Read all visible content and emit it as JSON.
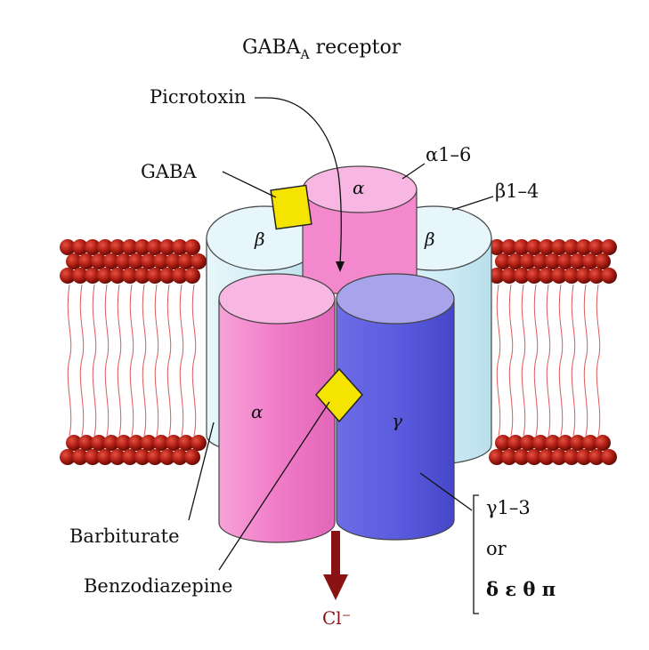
{
  "title": {
    "main": "GABA",
    "subscript": "A",
    "suffix": " receptor"
  },
  "labels": {
    "picrotoxin": "Picrotoxin",
    "gaba": "GABA",
    "alpha_range": "α1–6",
    "beta_range": "β1–4",
    "barbiturate": "Barbiturate",
    "benzodiazepine": "Benzodiazepine",
    "chloride": "Cl⁻",
    "gamma_range": "γ1–3",
    "or": "or",
    "alternatives": "δ ε θ π"
  },
  "subunits": {
    "alpha_back": "α",
    "beta_left": "β",
    "beta_right": "β",
    "alpha_front": "α",
    "gamma_front": "γ"
  },
  "colors": {
    "alpha": "#f07cc8",
    "alpha_top": "#f8b6e2",
    "beta": "#d2eef7",
    "beta_top": "#e6f6fb",
    "gamma": "#5c5ce0",
    "gamma_top": "#a8a4ec",
    "lipid_head": "#b01c10",
    "ligand": "#f5e400",
    "arrow": "#8a1212"
  }
}
